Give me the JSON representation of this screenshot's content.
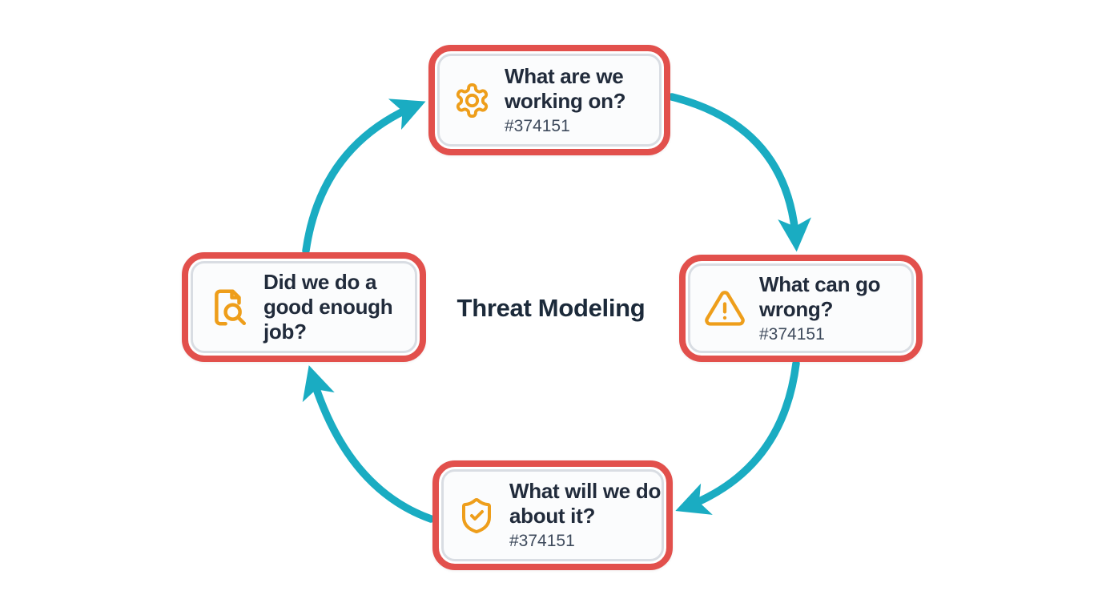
{
  "diagram": {
    "title": "Threat Modeling",
    "colors": {
      "arrow": "#1AACC2",
      "node_border": "#E2504C",
      "node_inner_border": "#D9DDE3",
      "node_fill": "#FBFCFD",
      "icon": "#EE9E1B",
      "title_text": "#212B3B",
      "subtitle_text": "#3E4A5C",
      "background": "#FFFFFF"
    },
    "nodes": [
      {
        "id": "what-are-we-working-on",
        "position": "top",
        "icon": "gear-icon",
        "title": "What are we working on?",
        "subtitle": "#374151"
      },
      {
        "id": "what-can-go-wrong",
        "position": "right",
        "icon": "warning-triangle-icon",
        "title": "What can go wrong?",
        "subtitle": "#374151"
      },
      {
        "id": "what-will-we-do",
        "position": "bottom",
        "icon": "shield-check-icon",
        "title": "What will we do about it?",
        "subtitle": "#374151"
      },
      {
        "id": "good-enough-job",
        "position": "left",
        "icon": "document-search-icon",
        "title": "Did we do a good enough job?"
      }
    ],
    "flow_clockwise": [
      "what-are-we-working-on",
      "what-can-go-wrong",
      "what-will-we-do",
      "good-enough-job",
      "what-are-we-working-on"
    ]
  }
}
